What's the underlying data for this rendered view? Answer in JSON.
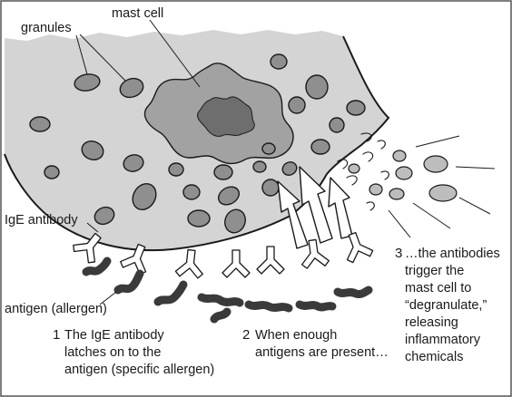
{
  "labels": {
    "granules": "granules",
    "mast_cell": "mast cell",
    "ige_antibody": "IgE antibody",
    "antigen": "antigen (allergen)"
  },
  "steps": [
    {
      "number": "1",
      "lines": [
        "The IgE antibody",
        "latches on to the",
        "antigen (specific allergen)"
      ]
    },
    {
      "number": "2",
      "lines": [
        "When enough",
        "antigens are present…"
      ]
    },
    {
      "number": "3",
      "lines": [
        "…the antibodies",
        "trigger the",
        "mast cell to",
        "“degranulate,”",
        "releasing",
        "inflammatory",
        "chemicals"
      ]
    }
  ],
  "colors": {
    "cytoplasm": "#d4d4d4",
    "nucleus": "#a2a2a2",
    "nucleolus": "#6e6e6e",
    "granule": "#8f8f8f",
    "outline": "#1a1a1a",
    "frame": "#555555"
  }
}
